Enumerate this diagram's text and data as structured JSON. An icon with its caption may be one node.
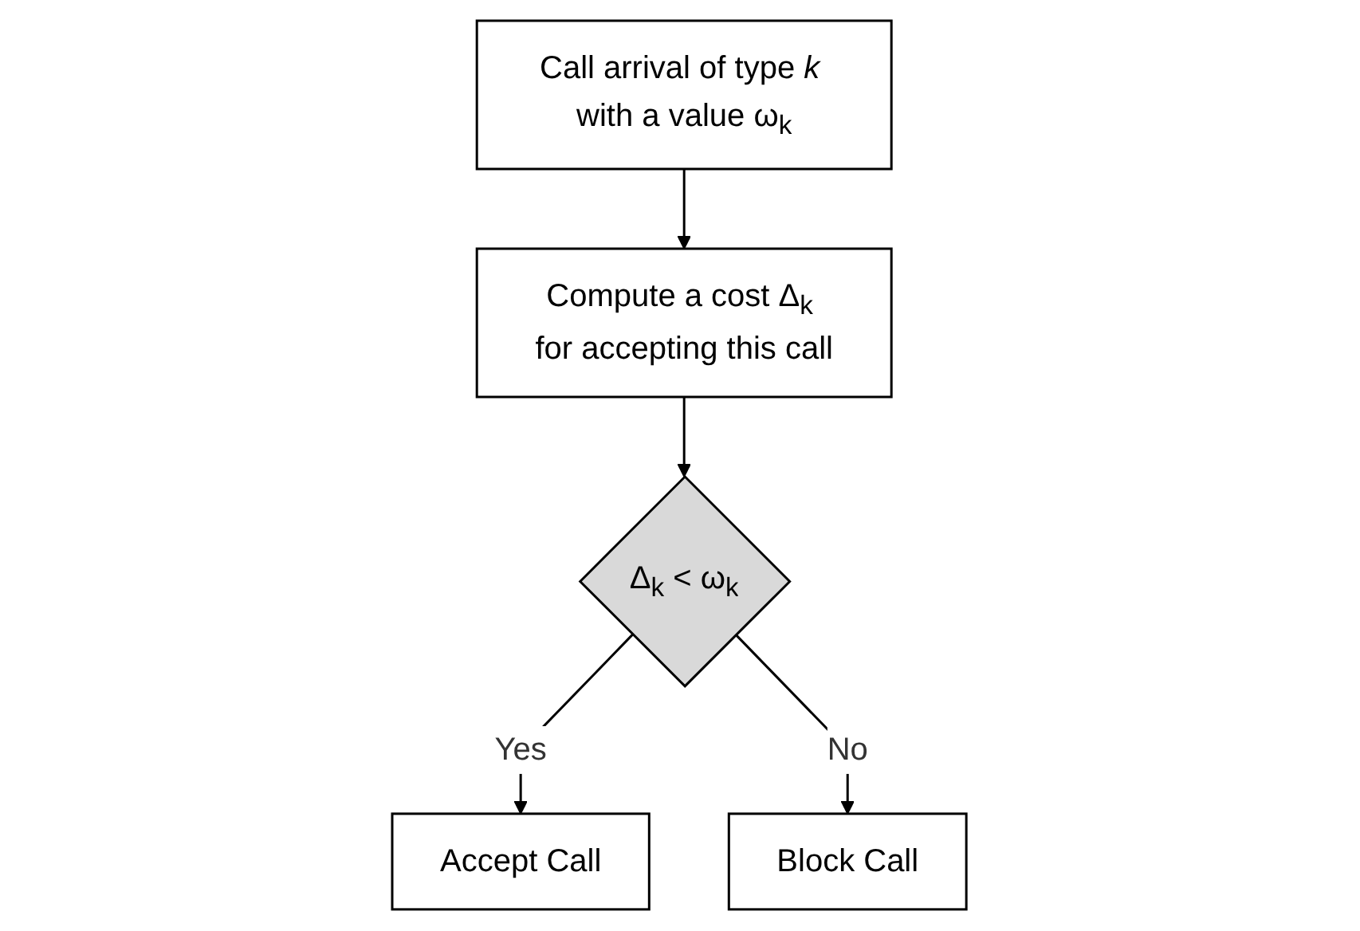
{
  "diagram": {
    "nodes": [
      {
        "text": [
          "Call arrival of type *k* with a value ω$_{k}$"
        ]
      },
      {
        "text": [
          "Compute a cost Δ$_{k}$ for accepting this call"
        ]
      },
      {
        "text": [
          "Δ$_{k}$ < ω$_{k}$"
        ]
      },
      {
        "text": [
          "Accept Call"
        ]
      },
      {
        "text": [
          "Block Call"
        ]
      }
    ],
    "edges": [
      {
        "from": 0,
        "to": 1,
        "arrow": "to"
      },
      {
        "from": 1,
        "to": 2,
        "arrow": "to"
      },
      {
        "from": 2,
        "to": 3,
        "arrow": "to",
        "label": "Yes"
      },
      {
        "from": 2,
        "to": 4,
        "arrow": "to",
        "label": "No"
      }
    ]
  }
}
